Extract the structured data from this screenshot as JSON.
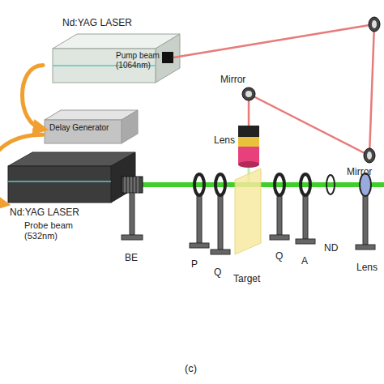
{
  "diagram": {
    "nodes": [
      {
        "text": [
          "Nd:YAG LASER",
          "Pump beam (1064nm)"
        ]
      },
      {
        "text": [
          "Delay Generator"
        ]
      },
      {
        "text": [
          "Nd:YAG LASER",
          "Probe beam (532nm)"
        ]
      }
    ],
    "edges": [
      {
        "from": 0,
        "to": 1,
        "arrow": "to"
      },
      {
        "from": 1,
        "to": 2,
        "arrow": "to"
      }
    ],
    "labels": [
      "Mirror",
      "Mirror",
      "Lens",
      "BE",
      "P",
      "Q",
      "Target",
      "Q",
      "A",
      "ND",
      "Lens",
      "(c)"
    ]
  }
}
